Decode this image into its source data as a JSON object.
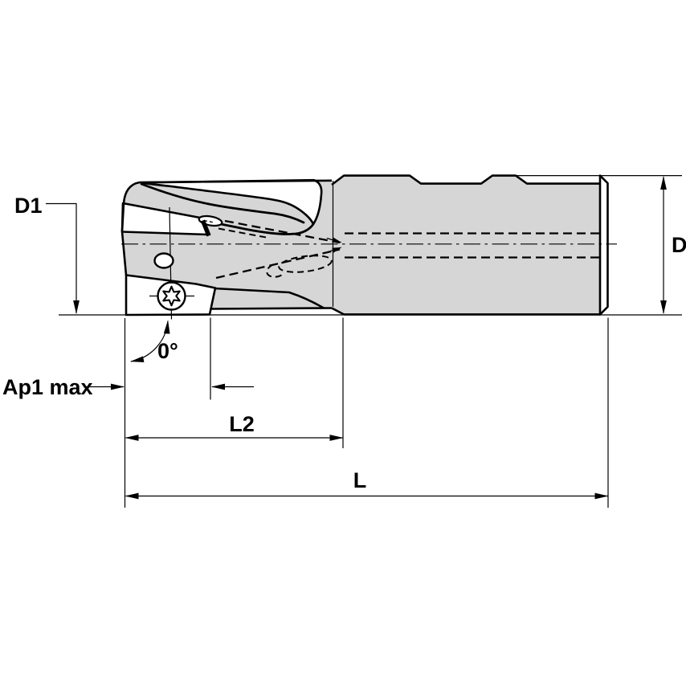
{
  "drawing": {
    "labels": {
      "d1": "D1",
      "ap1_max": "Ap1 max",
      "angle": "0°",
      "l2": "L2",
      "l": "L",
      "d": "D"
    },
    "colors": {
      "body_fill": "#d6d6d6",
      "line": "#000000",
      "background": "#ffffff"
    }
  }
}
